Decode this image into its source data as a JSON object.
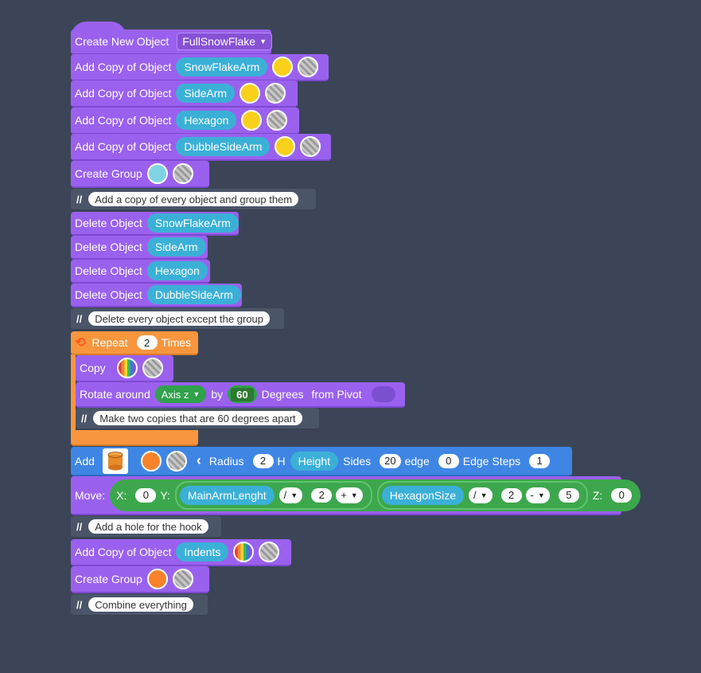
{
  "blocks": {
    "create_new_object": {
      "label": "Create New Object",
      "value": "FullSnowFlake"
    },
    "copy1": {
      "label": "Add Copy of Object",
      "object": "SnowFlakeArm"
    },
    "copy2": {
      "label": "Add Copy of Object",
      "object": "SideArm"
    },
    "copy3": {
      "label": "Add Copy of Object",
      "object": "Hexagon"
    },
    "copy4": {
      "label": "Add Copy of Object",
      "object": "DubbleSideArm"
    },
    "group1": {
      "label": "Create Group"
    },
    "comment1": {
      "slash": "//",
      "text": "Add a copy of every object and group them"
    },
    "del1": {
      "label": "Delete Object",
      "object": "SnowFlakeArm"
    },
    "del2": {
      "label": "Delete Object",
      "object": "SideArm"
    },
    "del3": {
      "label": "Delete Object",
      "object": "Hexagon"
    },
    "del4": {
      "label": "Delete Object",
      "object": "DubbleSideArm"
    },
    "comment2": {
      "slash": "//",
      "text": "Delete every object except the group"
    },
    "repeat": {
      "label": "Repeat",
      "count": "2",
      "suffix": "Times"
    },
    "copy_inner": {
      "label": "Copy"
    },
    "rotate": {
      "label": "Rotate around",
      "axis": "Axis z",
      "by": "by",
      "degrees": "60",
      "degrees_label": "Degrees",
      "pivot_label": "from Pivot"
    },
    "comment3": {
      "slash": "//",
      "text": "Make two copies that are 60 degrees apart"
    },
    "add": {
      "label": "Add",
      "radius_label": "Radius",
      "radius": "2",
      "h_label": "H",
      "height": "Height",
      "sides_label": "Sides",
      "sides": "20",
      "edge_label": "edge",
      "edge": "0",
      "edge_steps_label": "Edge Steps",
      "edge_steps": "1"
    },
    "move": {
      "label": "Move:",
      "x_label": "X:",
      "x": "0",
      "y_label": "Y:",
      "var1": "MainArmLenght",
      "op1": "/",
      "n1": "2",
      "op2": "+",
      "var2": "HexagonSize",
      "op3": "/",
      "n2": "2",
      "op4": "-",
      "n3": "5",
      "z_label": "Z:",
      "z": "0"
    },
    "comment4": {
      "slash": "//",
      "text": "Add a hole for the hook"
    },
    "copy5": {
      "label": "Add Copy of Object",
      "object": "Indents"
    },
    "group2": {
      "label": "Create Group"
    },
    "comment5": {
      "slash": "//",
      "text": "Combine everything"
    }
  },
  "colors": {
    "background": "#3b4557",
    "block_purple": "#9a61ee",
    "block_orange": "#f7963e",
    "block_blue": "#3f86e4",
    "comment": "#4a5568",
    "pill_cyan": "#3bb0d7",
    "swatch_yellow": "#f9d01a",
    "swatch_cyan": "#7fd4e3",
    "swatch_orange": "#f7822b"
  },
  "icons": {
    "hole": "hatched-hole-icon",
    "multicolor": "rainbow-color-icon",
    "repeat": "repeat-loop-icon",
    "cylinder": "cylinder-icon",
    "chevron": "chevron-left-icon"
  }
}
